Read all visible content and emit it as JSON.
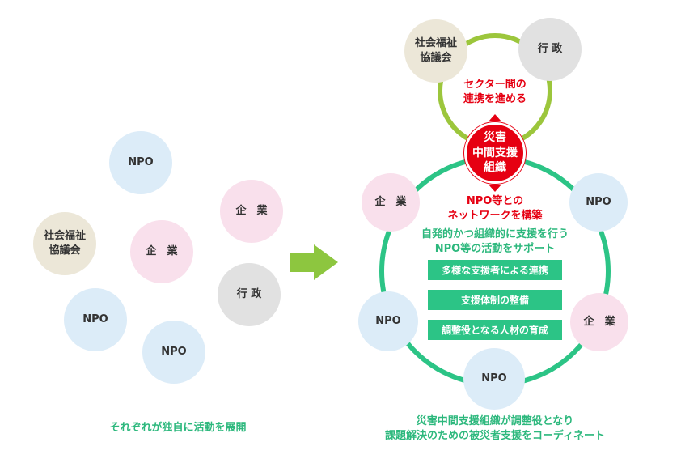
{
  "left": {
    "npo_1": "NPO",
    "corp_1": "企　業",
    "welfare": [
      "社会福祉",
      "協議会"
    ],
    "corp_2": "企　業",
    "gov": "行 政",
    "npo_2": "NPO",
    "npo_3": "NPO",
    "caption": "それぞれが独自に活動を展開"
  },
  "right": {
    "welfare": [
      "社会福祉",
      "協議会"
    ],
    "gov": "行 政",
    "sector_note": [
      "セクター間の",
      "連携を進める"
    ],
    "core": [
      "災害",
      "中間支援",
      "組織"
    ],
    "network_note": [
      "NPO等との",
      "ネットワークを構築"
    ],
    "support_note": [
      "自発的かつ組織的に支援を行う",
      "NPO等の活動をサポート"
    ],
    "boxes": [
      "多様な支援者による連携",
      "支援体制の整備",
      "調整役となる人材の育成"
    ],
    "corp_left": "企　業",
    "npo_right": "NPO",
    "npo_left": "NPO",
    "corp_right": "企　業",
    "npo_bottom": "NPO",
    "caption": [
      "災害中間支援組織が調整役となり",
      "課題解決のための被災者支援をコーディネート"
    ]
  },
  "colors": {
    "npo": "#dcecf8",
    "corp": "#f9e0ec",
    "gov": "#e1e1e1",
    "welfare": "#ece7d8",
    "core": "#e60012",
    "ring_green": "#2cc486",
    "ring_lime": "#9cc63c",
    "arrow": "#8dc63f"
  }
}
